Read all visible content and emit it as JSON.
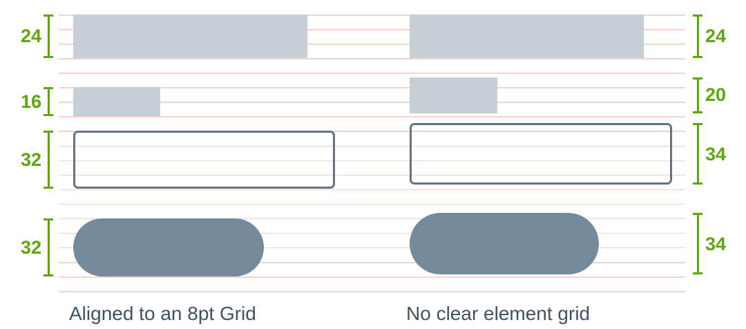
{
  "colors": {
    "green": "#5da70f",
    "grid_line": "#f7d3cf",
    "bar_fill": "#c7ced5",
    "outline": "#5f7485",
    "pill_fill": "#758b9b",
    "text": "#3e5464"
  },
  "left": {
    "caption": "Aligned to an 8pt Grid",
    "measurements": [
      {
        "label": "24",
        "shape": "bar"
      },
      {
        "label": "16",
        "shape": "bar"
      },
      {
        "label": "32",
        "shape": "outlined-rect"
      },
      {
        "label": "32",
        "shape": "pill"
      }
    ]
  },
  "right": {
    "caption": "No clear element grid",
    "measurements": [
      {
        "label": "24",
        "shape": "bar"
      },
      {
        "label": "20",
        "shape": "bar"
      },
      {
        "label": "34",
        "shape": "outlined-rect"
      },
      {
        "label": "34",
        "shape": "pill"
      }
    ]
  }
}
